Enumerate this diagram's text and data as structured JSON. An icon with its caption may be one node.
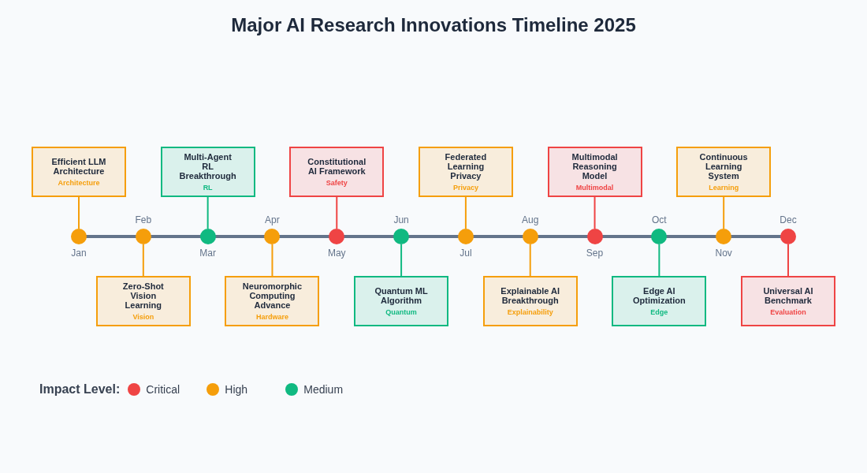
{
  "diagram": {
    "title": "Major AI Research Innovations Timeline 2025",
    "nodes": [
      {
        "text": [
          "Efficient LLM Architecture",
          "Architecture"
        ]
      },
      {
        "text": [
          "Zero-Shot Vision Learning",
          "Vision"
        ]
      },
      {
        "text": [
          "Multi-Agent RL Breakthrough",
          "RL"
        ]
      },
      {
        "text": [
          "Neuromorphic Computing Advance",
          "Hardware"
        ]
      },
      {
        "text": [
          "Constitutional AI Framework",
          "Safety"
        ]
      },
      {
        "text": [
          "Quantum ML Algorithm",
          "Quantum"
        ]
      },
      {
        "text": [
          "Federated Learning Privacy",
          "Privacy"
        ]
      },
      {
        "text": [
          "Explainable AI Breakthrough",
          "Explainability"
        ]
      },
      {
        "text": [
          "Multimodal Reasoning Model",
          "Multimodal"
        ]
      },
      {
        "text": [
          "Edge AI Optimization",
          "Edge"
        ]
      },
      {
        "text": [
          "Continuous Learning System",
          "Learning"
        ]
      },
      {
        "text": [
          "Universal AI Benchmark",
          "Evaluation"
        ]
      },
      {
        "text": [],
        "shape": "circle",
        "beside": [
          "Jan"
        ]
      },
      {
        "text": [],
        "shape": "circle",
        "beside": [
          "Feb"
        ]
      },
      {
        "text": [],
        "shape": "circle",
        "beside": [
          "Mar"
        ]
      },
      {
        "text": [],
        "shape": "circle",
        "beside": [
          "Apr"
        ]
      },
      {
        "text": [],
        "shape": "circle",
        "beside": [
          "May"
        ]
      },
      {
        "text": [],
        "shape": "circle",
        "beside": [
          "Jun"
        ]
      },
      {
        "text": [],
        "shape": "circle",
        "beside": [
          "Jul"
        ]
      },
      {
        "text": [],
        "shape": "circle",
        "beside": [
          "Aug"
        ]
      },
      {
        "text": [],
        "shape": "circle",
        "beside": [
          "Sep"
        ]
      },
      {
        "text": [],
        "shape": "circle",
        "beside": [
          "Oct"
        ]
      },
      {
        "text": [],
        "shape": "circle",
        "beside": [
          "Nov"
        ]
      },
      {
        "text": [],
        "shape": "circle",
        "beside": [
          "Dec"
        ]
      }
    ],
    "edges": [
      {
        "from": 0,
        "to": 12,
        "arrow": "none"
      },
      {
        "from": 1,
        "to": 13,
        "arrow": "none"
      },
      {
        "from": 2,
        "to": 14,
        "arrow": "none",
        "color": "#10b981"
      },
      {
        "from": 3,
        "to": 15,
        "arrow": "none"
      },
      {
        "from": 4,
        "to": 16,
        "arrow": "none",
        "color": "#ef4444"
      },
      {
        "from": 5,
        "to": 17,
        "arrow": "none",
        "color": "#10b981"
      },
      {
        "from": 6,
        "to": 18,
        "arrow": "none"
      },
      {
        "from": 7,
        "to": 19,
        "arrow": "none"
      },
      {
        "from": 8,
        "to": 20,
        "arrow": "none",
        "color": "#ef4444"
      },
      {
        "from": 9,
        "to": 21,
        "arrow": "none",
        "color": "#10b981"
      },
      {
        "from": 10,
        "to": 22,
        "arrow": "none"
      },
      {
        "from": 11,
        "to": 23,
        "arrow": "none",
        "color": "#ef4444"
      }
    ],
    "labels": [
      "Impact Level:"
    ],
    "legend": [
      {
        "text": "Critical",
        "color": "#ef4444"
      },
      {
        "text": "High",
        "color": "#f59e0b"
      },
      {
        "text": "Medium",
        "color": "#10b981"
      }
    ]
  }
}
